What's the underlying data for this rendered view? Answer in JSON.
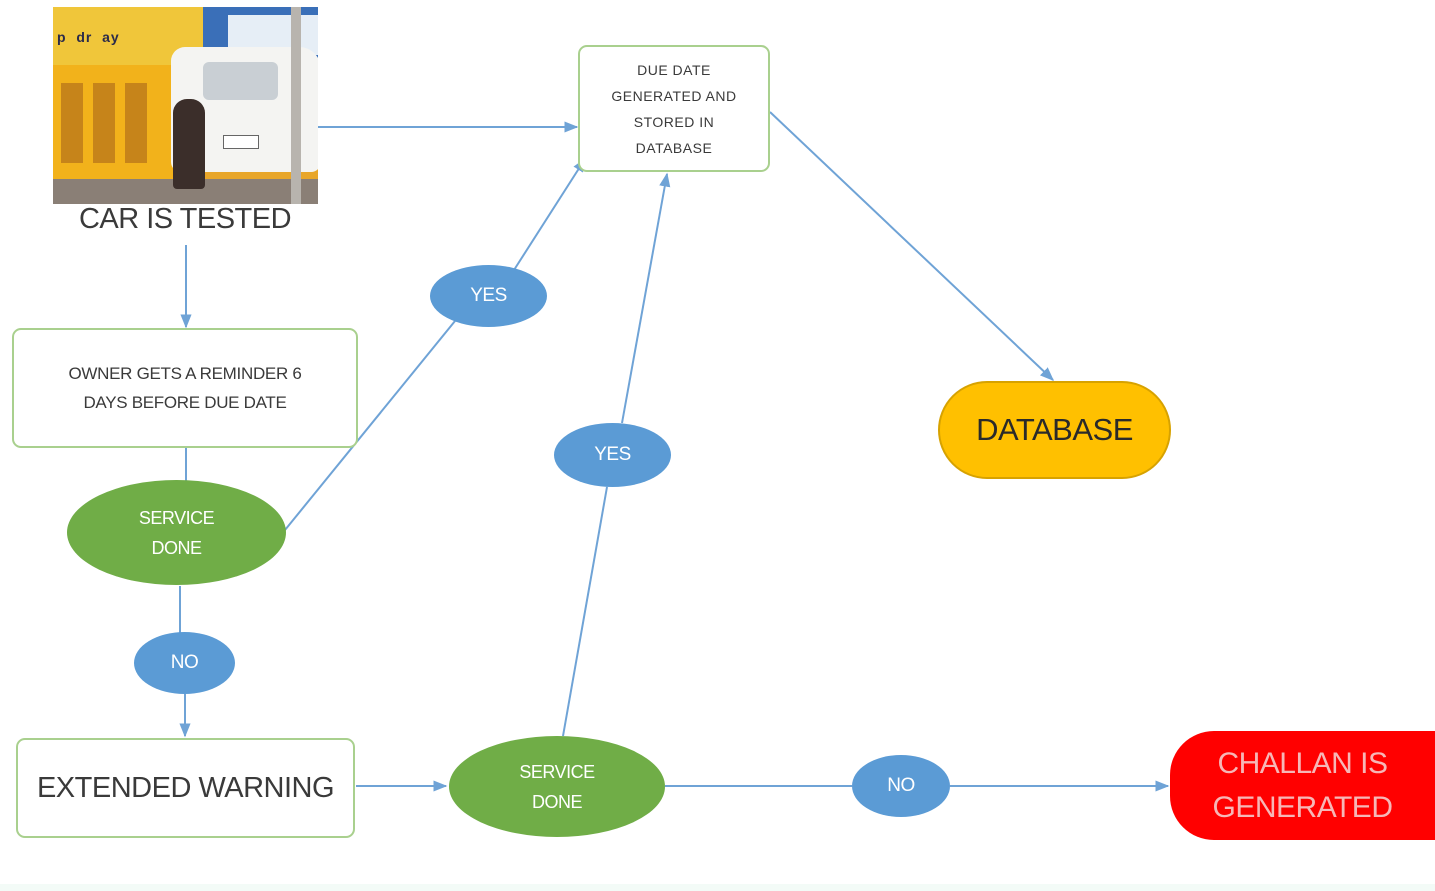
{
  "nodes": {
    "car_tested": "CAR IS TESTED",
    "due_date": "DUE DATE\nGENERATED AND\nSTORED IN\nDATABASE",
    "reminder": "OWNER GETS A REMINDER 6\nDAYS BEFORE DUE DATE",
    "service_done_1": "SERVICE\nDONE",
    "yes_1": "YES",
    "yes_2": "YES",
    "no_1": "NO",
    "extended_warning": "EXTENDED WARNING",
    "service_done_2": "SERVICE\nDONE",
    "no_2": "NO",
    "database": "DATABASE",
    "challan": "CHALLAN IS\nGENERATED"
  },
  "colors": {
    "connector": "#6fa3d6",
    "box_border": "#a9d08e",
    "decision_blue": "#5b9bd5",
    "decision_green": "#70ad47",
    "database_fill": "#ffc000",
    "challan_fill": "#ff0000"
  }
}
